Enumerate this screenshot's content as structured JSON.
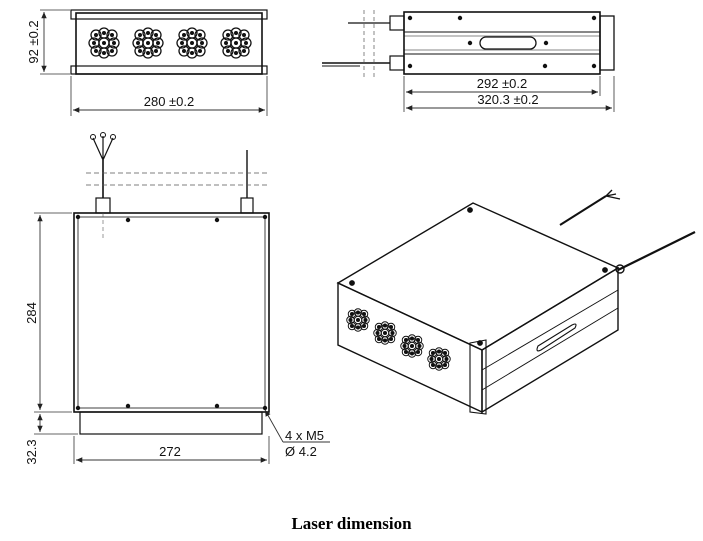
{
  "caption": "Laser dimension",
  "dimensions": {
    "front_height": "92 ±0.2",
    "front_width": "280 ±0.2",
    "side_body": "292 ±0.2",
    "side_total": "320.3 ±0.2",
    "top_height": "284",
    "top_width": "272",
    "bottom_offset": "32.3",
    "hole_count": "4 x  M5",
    "hole_dia": "Ø 4.2"
  },
  "colors": {
    "line": "#111111",
    "dim_line": "#333333",
    "background": "#ffffff"
  }
}
